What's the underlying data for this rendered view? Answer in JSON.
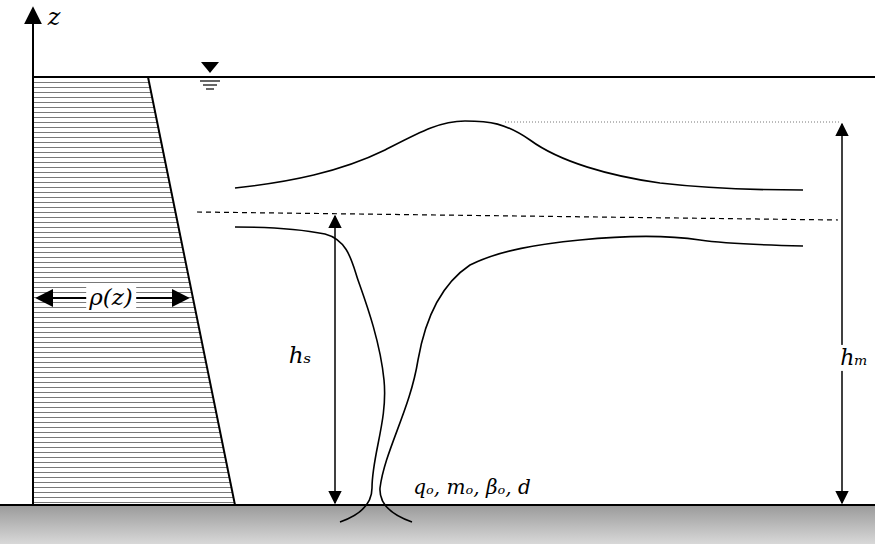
{
  "diagram": {
    "labels": [
      "z",
      "ρ(z)",
      "hₛ",
      "hₘ",
      "qₒ, mₒ, βₒ, d"
    ]
  }
}
